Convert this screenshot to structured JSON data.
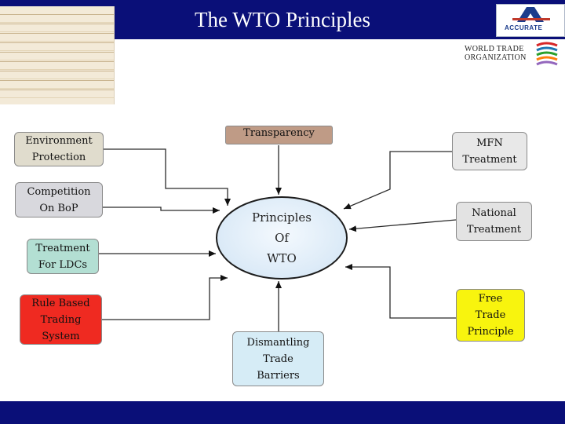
{
  "header": {
    "title": "The WTO Principles"
  },
  "logos": {
    "top_right": "ACCURATE",
    "wto": "WORLD TRADE\nORGANIZATION"
  },
  "center": {
    "label": "Principles\nOf\nWTO"
  },
  "boxes": {
    "environment": "Environment\nProtection",
    "competition": "Competition\nOn BoP",
    "ldc": "Treatment\nFor LDCs",
    "rule_based": "Rule Based\nTrading\nSystem",
    "transparency": "Transparency",
    "dismantling": "Dismantling\nTrade\nBarriers",
    "mfn": "MFN\nTreatment",
    "national": "National\nTreatment",
    "free_trade": "Free\nTrade\nPrinciple"
  },
  "colors": {
    "header_bg": "#0a0f78",
    "rule_based_fill": "#ef2a21",
    "free_trade_fill": "#f8f40e",
    "ldc_fill": "#b3dfd3",
    "transparency_fill": "#bf9b86"
  }
}
